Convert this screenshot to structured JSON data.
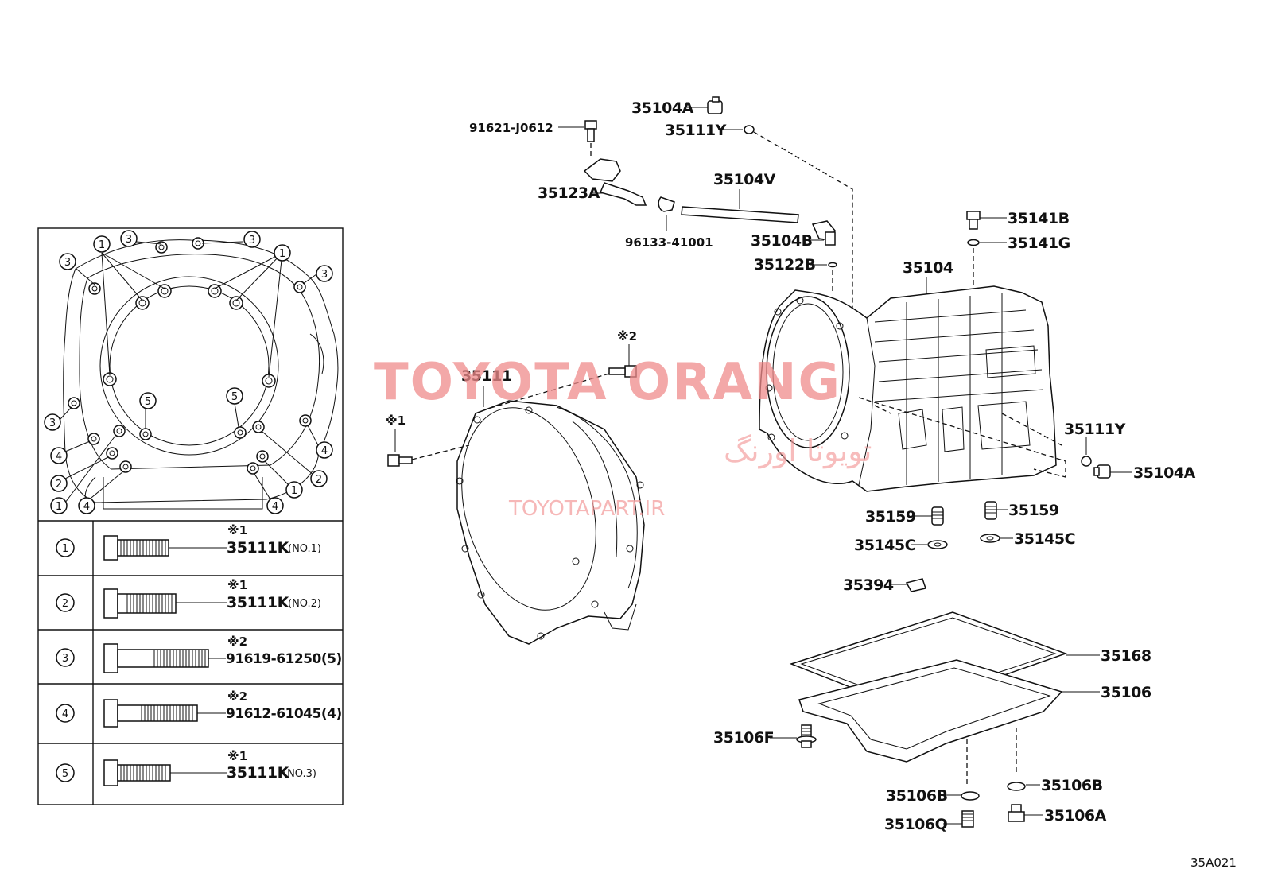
{
  "diagram_code": "35A021",
  "watermark": {
    "brand": "TOYOTA ORANG",
    "persian": "تویوتا اورنگ",
    "site": "TOYOTAPART.IR"
  },
  "callouts": {
    "p35104A_top": "35104A",
    "p35111Y_top": "35111Y",
    "p91621": "91621-J0612",
    "p35123A": "35123A",
    "p35104V": "35104V",
    "p96133": "96133-41001",
    "p35104B": "35104B",
    "p35122B": "35122B",
    "p35141B": "35141B",
    "p35141G": "35141G",
    "p35104": "35104",
    "p35111": "35111",
    "p35111Y_right": "35111Y",
    "p35104A_right": "35104A",
    "p35159_left": "35159",
    "p35159_right": "35159",
    "p35145C_left": "35145C",
    "p35145C_right": "35145C",
    "p35394": "35394",
    "p35168": "35168",
    "p35106": "35106",
    "p35106F": "35106F",
    "p35106B_left": "35106B",
    "p35106B_right": "35106B",
    "p35106Q": "35106Q",
    "p35106A": "35106A",
    "mark1": "※1",
    "mark2": "※2"
  },
  "bolt_diagram_labels": [
    "1",
    "2",
    "3",
    "4",
    "5"
  ],
  "bolt_table": [
    {
      "index": "1",
      "mark": "※1",
      "part": "35111K",
      "note": "(NO.1)"
    },
    {
      "index": "2",
      "mark": "※1",
      "part": "35111K",
      "note": "(NO.2)"
    },
    {
      "index": "3",
      "mark": "※2",
      "part": "91619-61250(5)",
      "note": ""
    },
    {
      "index": "4",
      "mark": "※2",
      "part": "91612-61045(4)",
      "note": ""
    },
    {
      "index": "5",
      "mark": "※1",
      "part": "35111K",
      "note": "(NO.3)"
    }
  ]
}
